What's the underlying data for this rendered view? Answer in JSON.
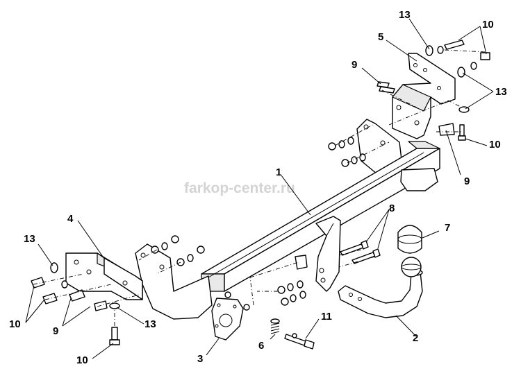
{
  "watermark": "farkop-center.ru",
  "callouts": [
    {
      "id": "c1",
      "label": "1"
    },
    {
      "id": "c2",
      "label": "2"
    },
    {
      "id": "c3",
      "label": "3"
    },
    {
      "id": "c4",
      "label": "4"
    },
    {
      "id": "c5",
      "label": "5"
    },
    {
      "id": "c6",
      "label": "6"
    },
    {
      "id": "c7",
      "label": "7"
    },
    {
      "id": "c8",
      "label": "8"
    },
    {
      "id": "c9a",
      "label": "9"
    },
    {
      "id": "c9b",
      "label": "9"
    },
    {
      "id": "c9c",
      "label": "9"
    },
    {
      "id": "c10a",
      "label": "10"
    },
    {
      "id": "c10b",
      "label": "10"
    },
    {
      "id": "c10c",
      "label": "10"
    },
    {
      "id": "c10d",
      "label": "10"
    },
    {
      "id": "c11",
      "label": "11"
    },
    {
      "id": "c13a",
      "label": "13"
    },
    {
      "id": "c13b",
      "label": "13"
    },
    {
      "id": "c13c",
      "label": "13"
    },
    {
      "id": "c13d",
      "label": "13"
    }
  ]
}
